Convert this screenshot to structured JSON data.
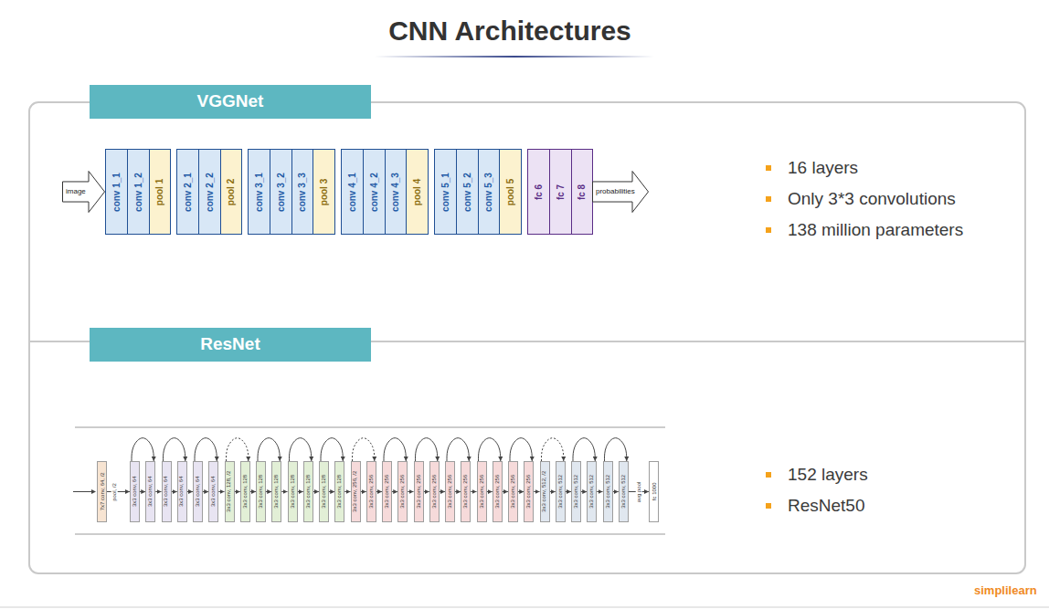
{
  "diagram": {
    "title": "CNN Architectures",
    "nodes": [
      {
        "text": [
          "VGGNet"
        ]
      },
      {
        "text": [
          "image"
        ]
      },
      {
        "text": [
          "conv 1_1"
        ]
      },
      {
        "text": [
          "conv 1_2"
        ]
      },
      {
        "text": [
          "pool 1"
        ]
      },
      {
        "text": [
          "conv 2_1"
        ]
      },
      {
        "text": [
          "conv 2_2"
        ]
      },
      {
        "text": [
          "pool 2"
        ]
      },
      {
        "text": [
          "conv 3_1"
        ]
      },
      {
        "text": [
          "conv 3_2"
        ]
      },
      {
        "text": [
          "conv 3_3"
        ]
      },
      {
        "text": [
          "pool 3"
        ]
      },
      {
        "text": [
          "conv 4_1"
        ]
      },
      {
        "text": [
          "conv 4_2"
        ]
      },
      {
        "text": [
          "conv 4_3"
        ]
      },
      {
        "text": [
          "pool 4"
        ]
      },
      {
        "text": [
          "conv 5_1"
        ]
      },
      {
        "text": [
          "conv 5_2"
        ]
      },
      {
        "text": [
          "conv 5_3"
        ]
      },
      {
        "text": [
          "pool 5"
        ]
      },
      {
        "text": [
          "fc 6"
        ]
      },
      {
        "text": [
          "fc 7"
        ]
      },
      {
        "text": [
          "fc 8"
        ]
      },
      {
        "text": [
          "probabilities"
        ]
      },
      {
        "text": [
          "ResNet"
        ]
      },
      {
        "text": [
          "7x7 conv, 64, /2"
        ]
      },
      {
        "text": [
          "3x3 conv, 64"
        ]
      },
      {
        "text": [
          "3x3 conv, 64"
        ]
      },
      {
        "text": [
          "3x3 conv, 64"
        ]
      },
      {
        "text": [
          "3x3 conv, 64"
        ]
      },
      {
        "text": [
          "3x3 conv, 64"
        ]
      },
      {
        "text": [
          "3x3 conv, 64"
        ]
      },
      {
        "text": [
          "3x3 conv, 128, /2"
        ]
      },
      {
        "text": [
          "3x3 conv, 128"
        ]
      },
      {
        "text": [
          "3x3 conv, 128"
        ]
      },
      {
        "text": [
          "3x3 conv, 128"
        ]
      },
      {
        "text": [
          "3x3 conv, 128"
        ]
      },
      {
        "text": [
          "3x3 conv, 128"
        ]
      },
      {
        "text": [
          "3x3 conv, 128"
        ]
      },
      {
        "text": [
          "3x3 conv, 128"
        ]
      },
      {
        "text": [
          "3x3 conv, 256, /2"
        ]
      },
      {
        "text": [
          "3x3 conv, 256"
        ]
      },
      {
        "text": [
          "3x3 conv, 256"
        ]
      },
      {
        "text": [
          "3x3 conv, 256"
        ]
      },
      {
        "text": [
          "3x3 conv, 256"
        ]
      },
      {
        "text": [
          "3x3 conv, 256"
        ]
      },
      {
        "text": [
          "3x3 conv, 256"
        ]
      },
      {
        "text": [
          "3x3 conv, 256"
        ]
      },
      {
        "text": [
          "3x3 conv, 256"
        ]
      },
      {
        "text": [
          "3x3 conv, 256"
        ]
      },
      {
        "text": [
          "3x3 conv, 256"
        ]
      },
      {
        "text": [
          "3x3 conv, 256"
        ]
      },
      {
        "text": [
          "3x3 conv, 512, /2"
        ]
      },
      {
        "text": [
          "3x3 conv, 512"
        ]
      },
      {
        "text": [
          "3x3 conv, 512"
        ]
      },
      {
        "text": [
          "3x3 conv, 512"
        ]
      },
      {
        "text": [
          "3x3 conv, 512"
        ]
      },
      {
        "text": [
          "3x3 conv, 512"
        ]
      },
      {
        "text": [
          "fc 1000"
        ]
      }
    ],
    "edges": [
      {
        "from": 25,
        "to": 26,
        "arrow": "to"
      },
      {
        "from": 26,
        "to": 27,
        "arrow": "to"
      },
      {
        "from": 27,
        "to": 28,
        "arrow": "to"
      },
      {
        "from": 28,
        "to": 29,
        "arrow": "to"
      },
      {
        "from": 29,
        "to": 30,
        "arrow": "to"
      },
      {
        "from": 30,
        "to": 31,
        "arrow": "to"
      },
      {
        "from": 31,
        "to": 32,
        "arrow": "to"
      },
      {
        "from": 32,
        "to": 33,
        "arrow": "to"
      },
      {
        "from": 33,
        "to": 34,
        "arrow": "to"
      },
      {
        "from": 34,
        "to": 35,
        "arrow": "to"
      },
      {
        "from": 35,
        "to": 36,
        "arrow": "to"
      },
      {
        "from": 36,
        "to": 37,
        "arrow": "to"
      },
      {
        "from": 37,
        "to": 38,
        "arrow": "to"
      },
      {
        "from": 38,
        "to": 39,
        "arrow": "to"
      },
      {
        "from": 39,
        "to": 40,
        "arrow": "to"
      },
      {
        "from": 40,
        "to": 41,
        "arrow": "to"
      },
      {
        "from": 41,
        "to": 42,
        "arrow": "to"
      },
      {
        "from": 42,
        "to": 43,
        "arrow": "to"
      },
      {
        "from": 43,
        "to": 44,
        "arrow": "to"
      },
      {
        "from": 44,
        "to": 45,
        "arrow": "to"
      },
      {
        "from": 45,
        "to": 46,
        "arrow": "to"
      },
      {
        "from": 46,
        "to": 47,
        "arrow": "to"
      },
      {
        "from": 47,
        "to": 48,
        "arrow": "to"
      },
      {
        "from": 48,
        "to": 49,
        "arrow": "to"
      },
      {
        "from": 49,
        "to": 50,
        "arrow": "to"
      },
      {
        "from": 50,
        "to": 51,
        "arrow": "to"
      },
      {
        "from": 51,
        "to": 52,
        "arrow": "to"
      },
      {
        "from": 52,
        "to": 53,
        "arrow": "to"
      },
      {
        "from": 53,
        "to": 54,
        "arrow": "to"
      },
      {
        "from": 54,
        "to": 55,
        "arrow": "to"
      },
      {
        "from": 55,
        "to": 56,
        "arrow": "to"
      },
      {
        "from": 56,
        "to": 57,
        "arrow": "to"
      },
      {
        "from": 57,
        "to": 58,
        "arrow": "to"
      },
      {
        "from": 26,
        "to": 27,
        "arrow": "to"
      },
      {
        "from": 28,
        "to": 29,
        "arrow": "to"
      },
      {
        "from": 30,
        "to": 31,
        "arrow": "to"
      },
      {
        "from": 32,
        "to": 33,
        "arrow": "to"
      },
      {
        "from": 34,
        "to": 35,
        "arrow": "to"
      },
      {
        "from": 36,
        "to": 37,
        "arrow": "to"
      },
      {
        "from": 38,
        "to": 39,
        "arrow": "to"
      },
      {
        "from": 40,
        "to": 41,
        "arrow": "to"
      },
      {
        "from": 42,
        "to": 43,
        "arrow": "to"
      },
      {
        "from": 44,
        "to": 45,
        "arrow": "to"
      },
      {
        "from": 46,
        "to": 47,
        "arrow": "to"
      },
      {
        "from": 48,
        "to": 49,
        "arrow": "to"
      },
      {
        "from": 50,
        "to": 51,
        "arrow": "to"
      },
      {
        "from": 52,
        "to": 53,
        "arrow": "to"
      },
      {
        "from": 54,
        "to": 55,
        "arrow": "to"
      },
      {
        "from": 56,
        "to": 57,
        "arrow": "to"
      }
    ],
    "labels": [
      "16 layers",
      "Only 3*3 convolutions",
      "138 million parameters",
      "152 layers",
      "ResNet50",
      "pool, /2",
      "avg pool",
      "simplilearn"
    ]
  }
}
